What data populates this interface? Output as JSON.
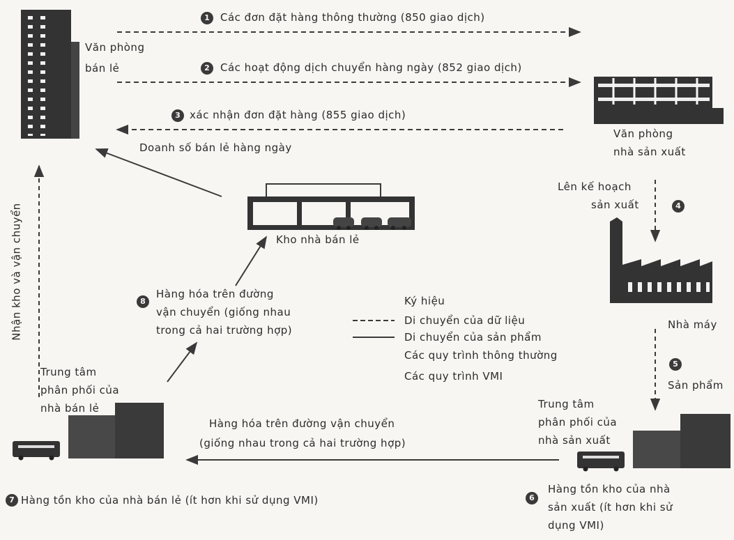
{
  "labels": {
    "step1": "Các đơn đặt hàng thông thường (850 giao dịch)",
    "step2": "Các hoạt động dịch chuyển hàng ngày (852 giao dịch)",
    "step3": "xác nhận đơn đặt hàng (855 giao dịch)",
    "retail_sales": "Doanh số bán lẻ hàng ngày",
    "retail_office_1": "Văn phòng",
    "retail_office_2": "bán lẻ",
    "mfr_office_1": "Văn phòng",
    "mfr_office_2": "nhà sản xuất",
    "plan_1": "Lên kế hoạch",
    "plan_2": "sản xuất",
    "factory": "Nhà máy",
    "product": "Sản phẩm",
    "retail_warehouse": "Kho nhà bán lẻ",
    "goods_transit_1": "Hàng hóa trên đường",
    "goods_transit_2": "vận chuyển (giống nhau",
    "goods_transit_3": "trong cả hai trường hợp)",
    "receiving": "Nhận kho và vận chuyển",
    "legend_title": "Ký hiệu",
    "legend_data": "Di chuyển của dữ liệu",
    "legend_product": "Di chuyển của sản phẩm",
    "legend_normal": "Các quy trình thông thường",
    "legend_vmi": "Các quy trình VMI",
    "retail_dc_1": "Trung tâm",
    "retail_dc_2": "phân phối của",
    "retail_dc_3": "nhà bán lẻ",
    "bottom_transit_1": "Hàng hóa trên đường vận chuyển",
    "bottom_transit_2": "(giống nhau trong cả hai trường hợp)",
    "mfr_dc_1": "Trung tâm",
    "mfr_dc_2": "phân phối của",
    "mfr_dc_3": "nhà sản xuất",
    "retail_inventory": "Hàng tồn kho của nhà bán lẻ (ít hơn khi sử dụng VMI)",
    "mfr_inv_1": "Hàng tồn kho của nhà",
    "mfr_inv_2": "sản xuất (ít hơn khi sử",
    "mfr_inv_3": "dụng VMI)"
  },
  "badges": {
    "b1": "1",
    "b2": "2",
    "b3": "3",
    "b4": "4",
    "b5": "5",
    "b6": "6",
    "b7": "7",
    "b8": "8"
  },
  "colors": {
    "ink": "#3a3a3a",
    "background": "#f7f6f3"
  }
}
